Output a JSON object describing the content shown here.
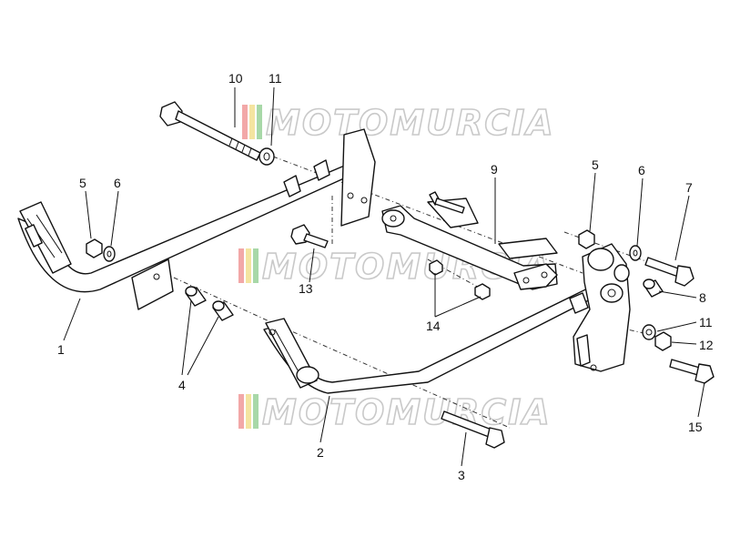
{
  "diagram": {
    "watermark_text": "MOTOMURCIA",
    "watermark_stripe_colors": [
      "#f2a8a8",
      "#f4e4a0",
      "#a8d8a8"
    ],
    "callouts": {
      "c1": "1",
      "c2": "2",
      "c3": "3",
      "c4": "4",
      "c5a": "5",
      "c5b": "5",
      "c6a": "6",
      "c6b": "6",
      "c7": "7",
      "c8": "8",
      "c9": "9",
      "c10": "10",
      "c11a": "11",
      "c11b": "11",
      "c12": "12",
      "c13": "13",
      "c14": "14",
      "c15": "15"
    }
  }
}
